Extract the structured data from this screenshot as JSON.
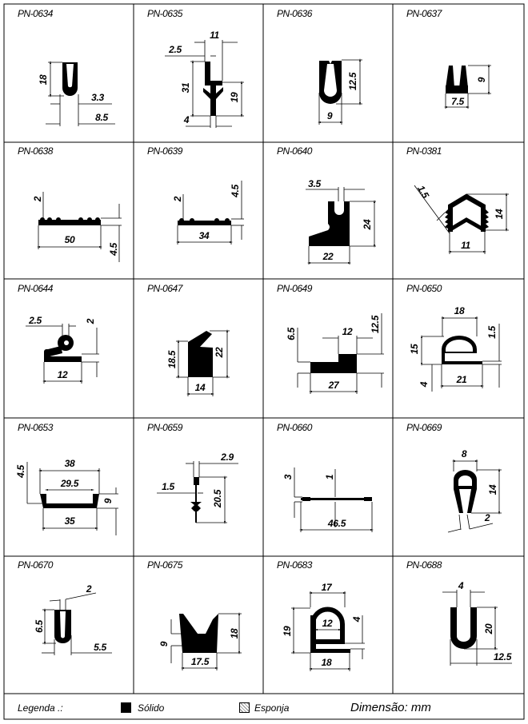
{
  "profiles": [
    {
      "code": "PN-0634",
      "dims": [
        "18",
        "3.3",
        "8.5"
      ]
    },
    {
      "code": "PN-0635",
      "dims": [
        "11",
        "2.5",
        "31",
        "19",
        "4"
      ]
    },
    {
      "code": "PN-0636",
      "dims": [
        "12.5",
        "9"
      ]
    },
    {
      "code": "PN-0637",
      "dims": [
        "9",
        "7.5"
      ]
    },
    {
      "code": "PN-0638",
      "dims": [
        "2",
        "50",
        "4.5"
      ]
    },
    {
      "code": "PN-0639",
      "dims": [
        "2",
        "34",
        "4.5"
      ]
    },
    {
      "code": "PN-0640",
      "dims": [
        "3.5",
        "24",
        "22"
      ]
    },
    {
      "code": "PN-0381",
      "dims": [
        "1.5",
        "14",
        "11"
      ]
    },
    {
      "code": "PN-0644",
      "dims": [
        "2.5",
        "2",
        "12"
      ]
    },
    {
      "code": "PN-0647",
      "dims": [
        "18.5",
        "22",
        "14"
      ]
    },
    {
      "code": "PN-0649",
      "dims": [
        "6.5",
        "12",
        "12.5",
        "27"
      ]
    },
    {
      "code": "PN-0650",
      "dims": [
        "18",
        "15",
        "1.5",
        "4",
        "21"
      ]
    },
    {
      "code": "PN-0653",
      "dims": [
        "4.5",
        "38",
        "29.5",
        "9",
        "35"
      ]
    },
    {
      "code": "PN-0659",
      "dims": [
        "2.9",
        "1.5",
        "20.5"
      ]
    },
    {
      "code": "PN-0660",
      "dims": [
        "3",
        "1",
        "46.5"
      ]
    },
    {
      "code": "PN-0669",
      "dims": [
        "8",
        "14",
        "2"
      ]
    },
    {
      "code": "PN-0670",
      "dims": [
        "2",
        "6.5",
        "5.5"
      ]
    },
    {
      "code": "PN-0675",
      "dims": [
        "9",
        "18",
        "17.5"
      ]
    },
    {
      "code": "PN-0683",
      "dims": [
        "17",
        "12",
        "19",
        "4",
        "18"
      ]
    },
    {
      "code": "PN-0688",
      "dims": [
        "4",
        "20",
        "12.5"
      ]
    }
  ],
  "legend": {
    "title": "Legenda .:",
    "solid": "Sólido",
    "sponge": "Esponja",
    "units": "Dimensão: mm"
  },
  "colors": {
    "ink": "#000000",
    "paper": "#ffffff"
  }
}
